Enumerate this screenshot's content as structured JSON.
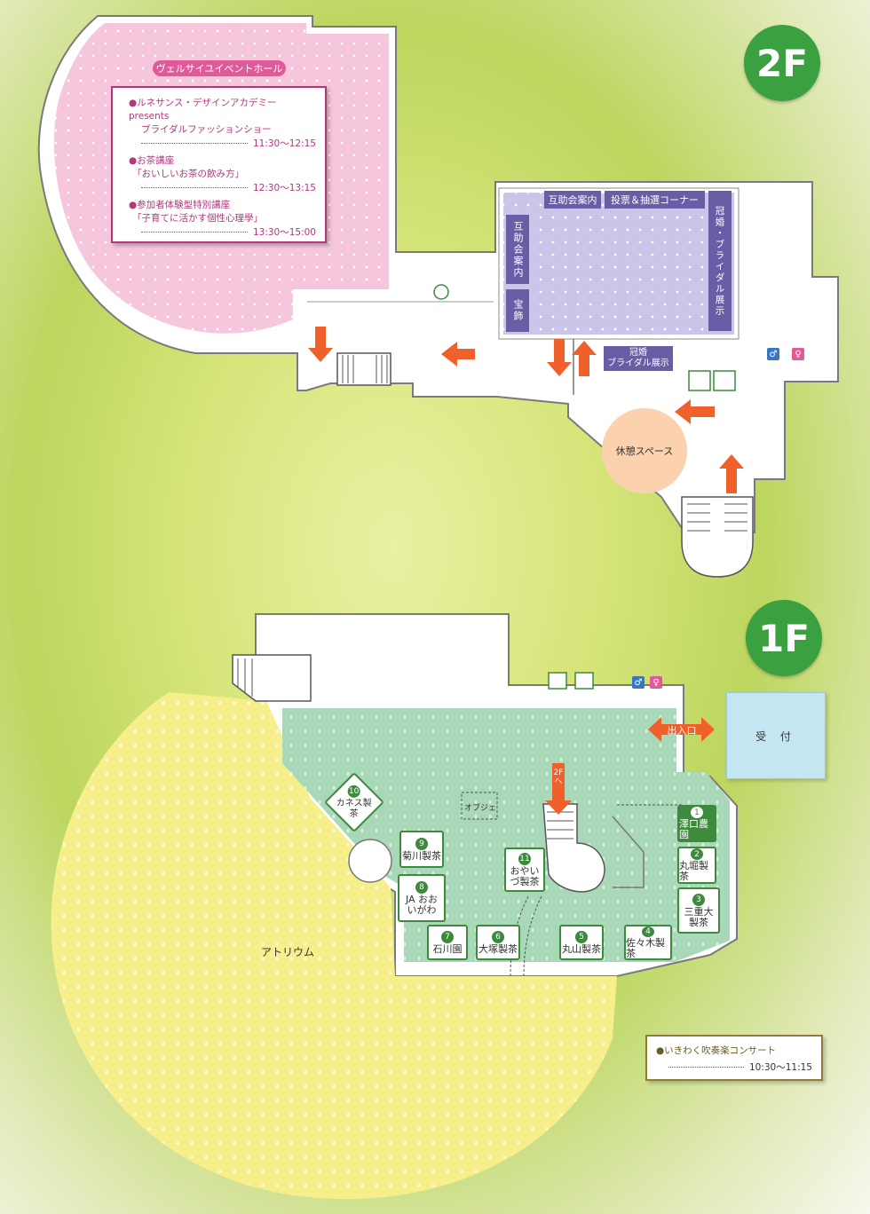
{
  "floors": {
    "upper": "2F",
    "lower": "1F"
  },
  "hall": {
    "title": "ヴェルサイユイベントホール",
    "events": [
      {
        "line1": "●ルネサンス・デザインアカデミー presents",
        "line2": "ブライダルファッションショー",
        "time": "11:30～12:15"
      },
      {
        "line1": "●お茶講座",
        "line2": "「おいしいお茶の飲み方」",
        "time": "12:30～13:15"
      },
      {
        "line1": "●参加者体験型特別講座",
        "line2": "「子育てに活かす個性心理學」",
        "time": "13:30～15:00"
      }
    ]
  },
  "upper_floor": {
    "counter_top_left": "互助会案内",
    "counter_top_right": "投票＆抽選コーナー",
    "counter_left": "互助会案内",
    "counter_jewelry": "宝飾",
    "counter_right": "冠婚・ブライダル展示",
    "bridal_exhibit_line1": "冠婚",
    "bridal_exhibit_line2": "ブライダル展示",
    "rest_space": "休憩スペース"
  },
  "lower_floor": {
    "entrance": "出入口",
    "reception": "受 付",
    "to_upper": "2F へ",
    "objet": "オブジェ",
    "atrium": "アトリウム",
    "stalls": [
      {
        "num": "1",
        "name": "澤口農園"
      },
      {
        "num": "2",
        "name": "丸堀製茶"
      },
      {
        "num": "3",
        "name": "三重大製茶"
      },
      {
        "num": "4",
        "name": "佐々木製茶"
      },
      {
        "num": "5",
        "name": "丸山製茶"
      },
      {
        "num": "6",
        "name": "大塚製茶"
      },
      {
        "num": "7",
        "name": "石川園"
      },
      {
        "num": "8",
        "name": "JA おおいがわ"
      },
      {
        "num": "9",
        "name": "菊川製茶"
      },
      {
        "num": "10",
        "name": "カネス製茶"
      },
      {
        "num": "11",
        "name": "おやいづ製茶"
      }
    ]
  },
  "concert": {
    "title": "●いきわく吹奏楽コンサート",
    "time": "10:30～11:15"
  },
  "colors": {
    "floor_badge": "#3aa040",
    "arrow": "#f0602a",
    "hall_pink": "#f6c6dd",
    "lounge_purple": "#c9c6ea",
    "market_green": "#a8d8b8",
    "atrium_yellow": "#f6ef8c"
  }
}
